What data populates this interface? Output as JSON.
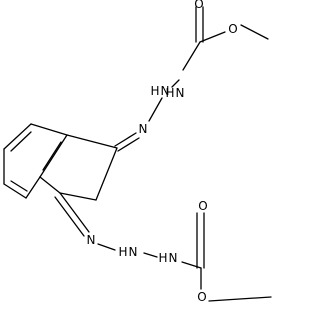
{
  "molecule": {
    "atoms": {
      "o_top_carbonyl": "O",
      "o_top_ester": "O",
      "nh_top_1": "N",
      "h_top_1": "H",
      "nh_top_2": "N",
      "h_top_2": "H",
      "n_top_imine": "N",
      "n_bottom_imine": "N",
      "nh_bottom_1": "N",
      "h_bottom_1": "H",
      "nh_bottom_2": "N",
      "h_bottom_2": "H",
      "o_bottom_carbonyl": "O",
      "o_bottom_ester": "O"
    }
  }
}
